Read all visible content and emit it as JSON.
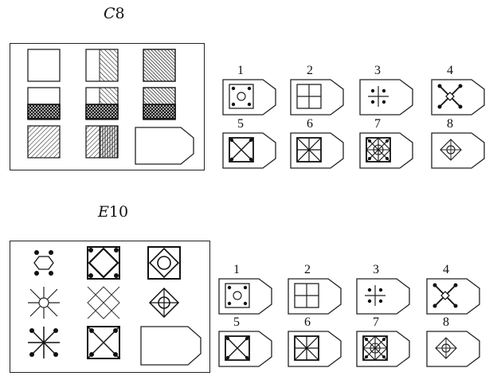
{
  "puzzles": [
    {
      "id": "C8",
      "label_letter": "C",
      "label_number": "8",
      "option_numbers": [
        "1",
        "2",
        "3",
        "4",
        "5",
        "6",
        "7",
        "8"
      ]
    },
    {
      "id": "E10",
      "label_letter": "E",
      "label_number": "10",
      "option_numbers": [
        "1",
        "2",
        "3",
        "4",
        "5",
        "6",
        "7",
        "8"
      ]
    }
  ]
}
